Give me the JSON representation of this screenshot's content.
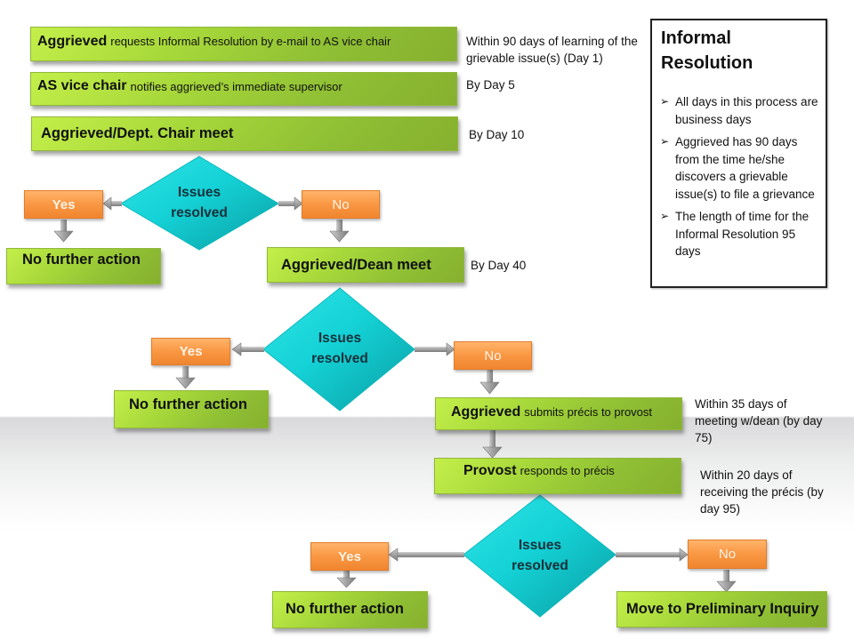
{
  "colors": {
    "process_green": "#a7d83a",
    "decision_teal": "#14d2d6",
    "yes_no_orange": "#f99743",
    "arrow_gray": "#9a9a9a"
  },
  "steps": {
    "request": {
      "strong": "Aggrieved",
      "text": "requests Informal Resolution by e-mail to AS vice chair",
      "note": "Within 90 days of learning of the grievable issue(s) (Day 1)"
    },
    "notify": {
      "strong": "AS vice chair",
      "text": "notifies aggrieved’s immediate supervisor",
      "note": "By Day 5"
    },
    "chair_meet": {
      "strong": "Aggrieved/Dept. Chair meet",
      "note": "By Day 10"
    },
    "dean_meet": {
      "strong": "Aggrieved/Dean meet",
      "note": "By Day 40"
    },
    "precis": {
      "strong": "Aggrieved",
      "text": "submits précis to provost",
      "note": "Within 35 days of meeting w/dean (by day 75)"
    },
    "provost": {
      "strong": "Provost",
      "text": "responds to précis",
      "note": "Within 20 days of receiving the précis (by day 95)"
    }
  },
  "decisions": [
    {
      "line1": "Issues",
      "line2": "resolved",
      "yes": "Yes",
      "no": "No",
      "yes_outcome": "No further action"
    },
    {
      "line1": "Issues",
      "line2": "resolved",
      "yes": "Yes",
      "no": "No",
      "yes_outcome": "No further action"
    },
    {
      "line1": "Issues",
      "line2": "resolved",
      "yes": "Yes",
      "no": "No",
      "yes_outcome": "No further action",
      "no_outcome": "Move to Preliminary Inquiry"
    }
  ],
  "panel": {
    "title_line1": "Informal",
    "title_line2": "Resolution",
    "bullet_icon": "arrowhead-bullet",
    "items": [
      "All days  in this process are business days",
      "Aggrieved has 90 days from the time he/she discovers a grievable issue(s) to file a grievance",
      "The length of time for the Informal Resolution 95 days"
    ]
  }
}
